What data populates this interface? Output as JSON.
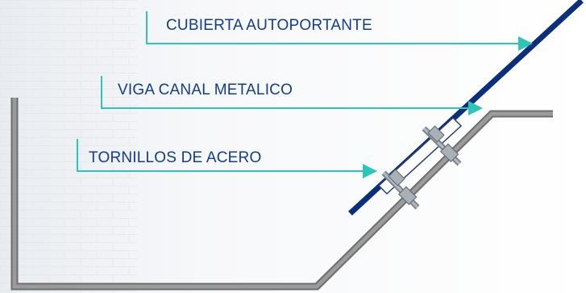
{
  "labels": {
    "cubierta": "CUBIERTA AUTOPORTANTE",
    "viga": "VIGA CANAL METALICO",
    "tornillos": "TORNILLOS DE ACERO"
  },
  "colors": {
    "label_text": "#123c8c",
    "leader_line": "#2ec4b6",
    "roof_sheet": "#0b2f7a",
    "channel_beam": "#8c8c8c",
    "bolt": "#9aa3ad"
  }
}
